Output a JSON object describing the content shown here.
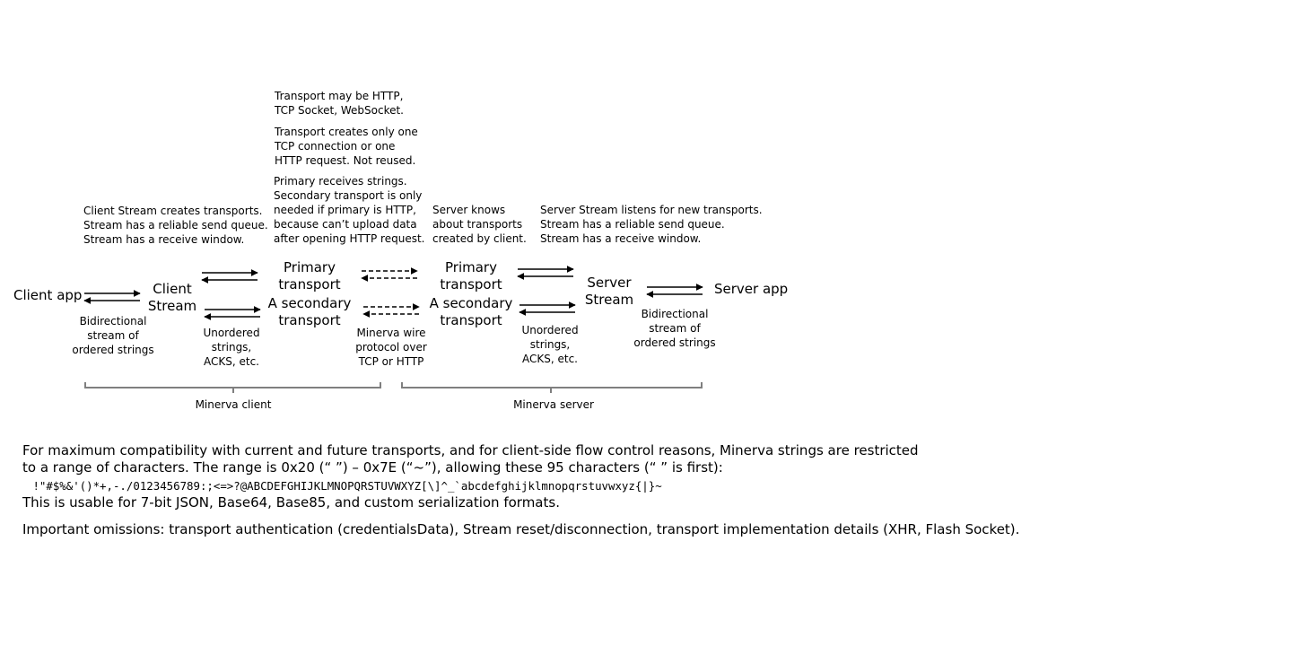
{
  "nodes": {
    "client_app": "Client app",
    "client_stream": [
      "Client",
      "Stream"
    ],
    "client_primary": [
      "Primary",
      "transport"
    ],
    "client_secondary": [
      "A secondary",
      "transport"
    ],
    "server_primary": [
      "Primary",
      "transport"
    ],
    "server_secondary": [
      "A secondary",
      "transport"
    ],
    "server_stream": [
      "Server",
      "Stream"
    ],
    "server_app": "Server app"
  },
  "notes": {
    "transport_types": [
      "Transport may be HTTP,",
      "TCP Socket, WebSocket."
    ],
    "transport_connection": [
      "Transport creates only one",
      "TCP connection  or one",
      "HTTP request. Not reused."
    ],
    "primary_secondary": [
      "Primary receives strings.",
      "Secondary transport is only",
      "needed if primary is HTTP,",
      "because can’t upload data",
      "after opening HTTP request."
    ],
    "client_stream": [
      "Client Stream creates transports.",
      "Stream has a reliable send queue.",
      "Stream has a receive window."
    ],
    "server_knows": [
      "Server knows",
      "about transports",
      "created by client."
    ],
    "server_stream": [
      "Server Stream listens for new transports.",
      "Stream has a reliable send queue.",
      "Stream has a receive window."
    ]
  },
  "edge_labels": {
    "client_bidirectional": [
      "Bidirectional",
      "stream of",
      "ordered strings"
    ],
    "client_unordered": [
      "Unordered",
      "strings,",
      "ACKS, etc."
    ],
    "wire_protocol": [
      "Minerva wire",
      "protocol over",
      "TCP or HTTP"
    ],
    "server_unordered": [
      "Unordered",
      "strings,",
      "ACKS, etc."
    ],
    "server_bidirectional": [
      "Bidirectional",
      "stream of",
      "ordered strings"
    ]
  },
  "groups": {
    "client": "Minerva client",
    "server": "Minerva server"
  },
  "footer": {
    "line1": "For maximum compatibility with current and future transports, and for client-side flow control reasons, Minerva strings are restricted",
    "line2": "to a range of characters.  The range is 0x20 (“ ”) – 0x7E (“~”), allowing these 95 characters (“ ” is first):",
    "charset": " !\"#$%&'()*+,-./0123456789:;<=>?@ABCDEFGHIJKLMNOPQRSTUVWXYZ[\\]^_`abcdefghijklmnopqrstuvwxyz{|}~",
    "line4": "This is usable for 7-bit JSON, Base64, Base85, and custom serialization formats.",
    "omissions": "Important omissions: transport authentication  (credentialsData),  Stream reset/disconnection,  transport implementation details (XHR,  Flash Socket)."
  },
  "colors": {
    "text": "#000000",
    "bracket": "#7f7f7f",
    "background": "#ffffff"
  }
}
